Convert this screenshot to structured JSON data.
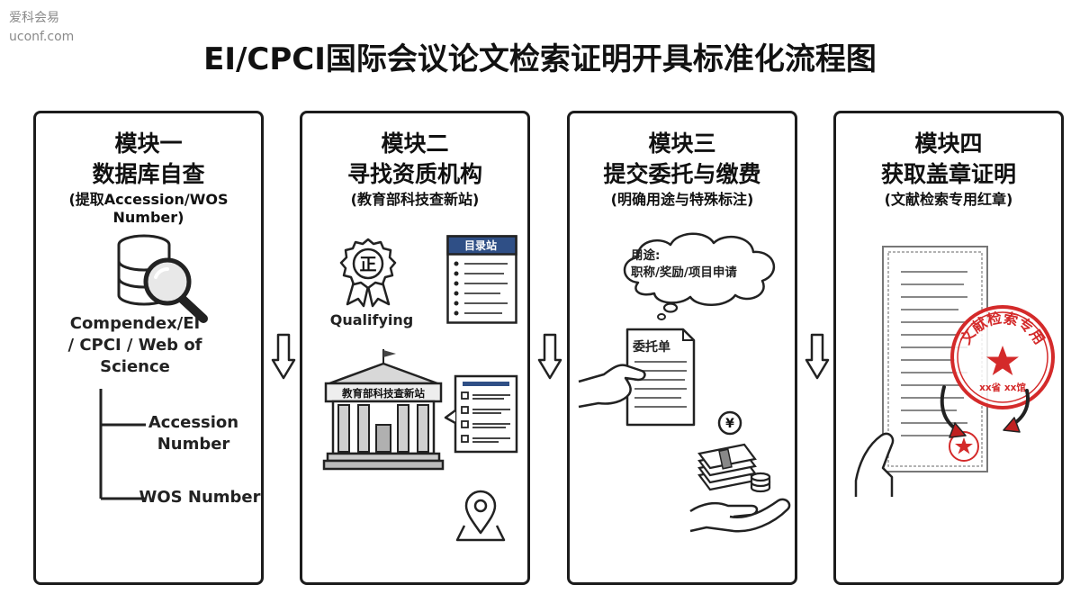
{
  "watermark": {
    "line1": "爱科会易",
    "line2": "uconf.com"
  },
  "title": "EI/CPCI国际会议论文检索证明开具标准化流程图",
  "modules": [
    {
      "label": "模块一",
      "name": "数据库自查",
      "subtitle": "(提取Accession/WOS Number)",
      "db_lines": [
        "Compendex/EI",
        "/ CPCI / Web of",
        "Science"
      ],
      "branch_1": [
        "Accession",
        "Number"
      ],
      "branch_2": "WOS Number"
    },
    {
      "label": "模块二",
      "name": "寻找资质机构",
      "subtitle": "(教育部科技查新站)",
      "badge_char": "正",
      "badge_label": "Qualifying",
      "directory_title": "目录站",
      "building_sign": "教育部科技查新站"
    },
    {
      "label": "模块三",
      "name": "提交委托与缴费",
      "subtitle": "(明确用途与特殊标注)",
      "cloud_lines": [
        "用途:",
        "职称/奖励/项目申请"
      ],
      "form_title": "委托单",
      "currency": "¥"
    },
    {
      "label": "模块四",
      "name": "获取盖章证明",
      "subtitle": "(文献检索专用红章)",
      "seal_text": "文献检索专用",
      "seal_bottom": "xx省 xx馆"
    }
  ],
  "colors": {
    "border": "#1c1c1c",
    "seal_red": "#d42a2a",
    "doc_blue": "#2f4f86",
    "text_gray": "#8a8a8a"
  }
}
